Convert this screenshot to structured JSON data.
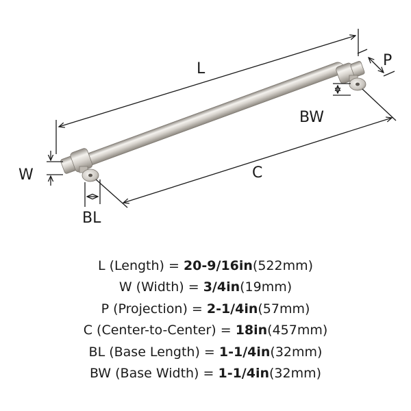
{
  "labels": {
    "L": "L",
    "W": "W",
    "P": "P",
    "BW": "BW",
    "C": "C",
    "BL": "BL"
  },
  "specs": [
    {
      "code": "L",
      "name": "(Length) = ",
      "value": "20-9/16in",
      "metric": "(522mm)"
    },
    {
      "code": "W",
      "name": "(Width) = ",
      "value": "3/4in",
      "metric": "(19mm)"
    },
    {
      "code": "P",
      "name": "(Projection) = ",
      "value": "2-1/4in",
      "metric": "(57mm)"
    },
    {
      "code": "C",
      "name": "(Center-to-Center) = ",
      "value": "18in",
      "metric": "(457mm)"
    },
    {
      "code": "BL",
      "name": "(Base Length) = ",
      "value": "1-1/4in",
      "metric": "(32mm)"
    },
    {
      "code": "BW",
      "name": "(Base Width) = ",
      "value": "1-1/4in",
      "metric": "(32mm)"
    }
  ],
  "colors": {
    "text": "#1a1a1a",
    "metal_light": "#f1efeb",
    "metal_mid": "#cfcbc4",
    "metal_dark": "#8f8a83"
  }
}
